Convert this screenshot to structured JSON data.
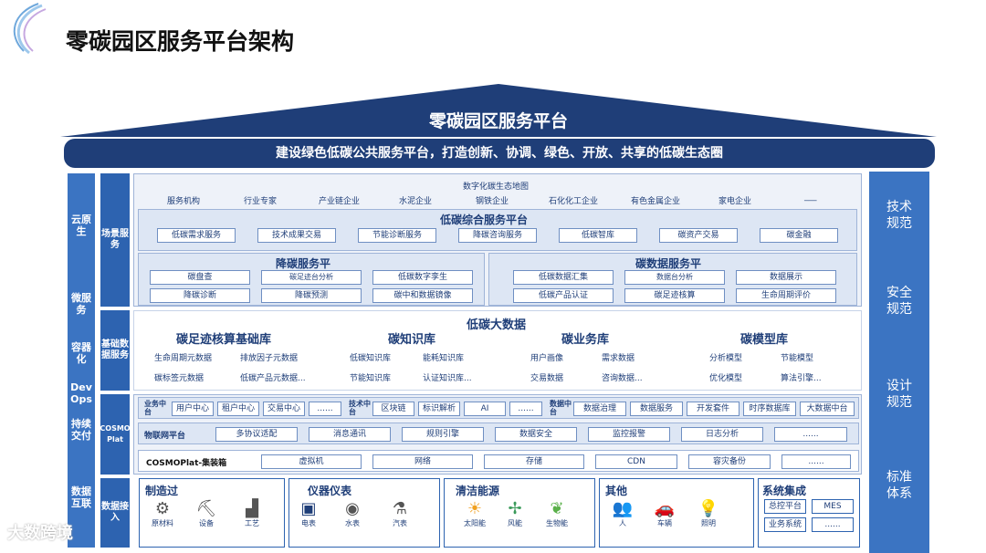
{
  "title": "零碳园区服务平台架构",
  "roof_title": "零碳园区服务平台",
  "banner": "建设绿色低碳公共服务平台，打造创新、协调、绿色、开放、共享的低碳生态圈",
  "left_column": [
    "云原生",
    "微服务",
    "容器化",
    "Dev Ops",
    "持续交付",
    "数据互联"
  ],
  "right_column": [
    "技术规范",
    "安全规范",
    "设计规范",
    "标准体系"
  ],
  "layer_labels": [
    "场景服务",
    "基础数据服务",
    "COSMO Plat",
    "数据接入"
  ],
  "ecosystem": {
    "title": "数字化碳生态地图",
    "items": [
      "服务机构",
      "行业专家",
      "产业链企业",
      "水泥企业",
      "钢铁企业",
      "石化化工企业",
      "有色金属企业",
      "家电企业",
      "___"
    ]
  },
  "lowcarbon_platform": {
    "title": "低碳综合服务平台",
    "items": [
      "低碳需求服务",
      "技术成果交易",
      "节能诊断服务",
      "降碳咨询服务",
      "低碳智库",
      "碳资产交易",
      "碳金融"
    ]
  },
  "reduce_platform": {
    "title": "降碳服务平",
    "items": [
      "碳盘查",
      "碳足迹台分析",
      "低碳数字孪生",
      "降碳诊断",
      "降碳预测",
      "碳中和数据镜像"
    ]
  },
  "data_platform": {
    "title": "碳数据服务平",
    "items": [
      "低碳数据汇集",
      "数据台分析",
      "数据展示",
      "低碳产品认证",
      "碳足迹核算",
      "生命周期评价"
    ]
  },
  "bigdata": {
    "title": "低碳大数据",
    "groups": [
      {
        "title": "碳足迹核算基础库",
        "items": [
          "生命周期元数据",
          "排放因子元数据",
          "碳标签元数据",
          "低碳产品元数据..."
        ]
      },
      {
        "title": "碳知识库",
        "items": [
          "低碳知识库",
          "能耗知识库",
          "节能知识库",
          "认证知识库..."
        ]
      },
      {
        "title": "碳业务库",
        "items": [
          "用户画像",
          "需求数据",
          "交易数据",
          "咨询数据..."
        ]
      },
      {
        "title": "碳模型库",
        "items": [
          "分析模型",
          "节能模型",
          "优化模型",
          "算法引擎..."
        ]
      }
    ]
  },
  "cosmo": {
    "business_label": "业务中台",
    "business_items": [
      "用户中心",
      "租户中心",
      "交易中心",
      "......"
    ],
    "tech_label": "技术中台",
    "tech_items": [
      "区块链",
      "标识解析",
      "AI",
      "......"
    ],
    "data_label": "数据中台",
    "data_items": [
      "数据治理",
      "数据服务",
      "开发套件",
      "时序数据库",
      "大数据中台"
    ],
    "iot_label": "物联网平台",
    "iot_items": [
      "多协议适配",
      "消息通讯",
      "规则引擎",
      "数据安全",
      "监控报警",
      "日志分析",
      "......"
    ],
    "box_label": "COSMOPlat-集装箱",
    "box_items": [
      "虚拟机",
      "网络",
      "存储",
      "CDN",
      "容灾备份",
      "......"
    ]
  },
  "access": [
    {
      "title": "制造过",
      "icons": [
        {
          "name": "factory-icon",
          "label": "原材料"
        },
        {
          "name": "robot-arm-icon",
          "label": "设备"
        },
        {
          "name": "plant-icon",
          "label": "工艺"
        }
      ]
    },
    {
      "title": "仪器仪表",
      "icons": [
        {
          "name": "monitor-icon",
          "label": "电表"
        },
        {
          "name": "meter-icon",
          "label": "水表"
        },
        {
          "name": "valve-icon",
          "label": "汽表"
        }
      ]
    },
    {
      "title": "清洁能源",
      "icons": [
        {
          "name": "sun-icon",
          "label": "太阳能"
        },
        {
          "name": "wind-icon",
          "label": "风能"
        },
        {
          "name": "leaf-icon",
          "label": "生物能"
        }
      ]
    },
    {
      "title": "其他",
      "icons": [
        {
          "name": "people-icon",
          "label": "人"
        },
        {
          "name": "car-icon",
          "label": "车辆"
        },
        {
          "name": "bulb-icon",
          "label": "照明"
        }
      ]
    },
    {
      "title": "系统集成",
      "items": [
        "总控平台",
        "MES",
        "业务系统",
        "......"
      ]
    }
  ],
  "watermark": "大数跨境",
  "colors": {
    "primary": "#1f3e78",
    "accent": "#3b74c2",
    "panel": "#dde6f4"
  }
}
